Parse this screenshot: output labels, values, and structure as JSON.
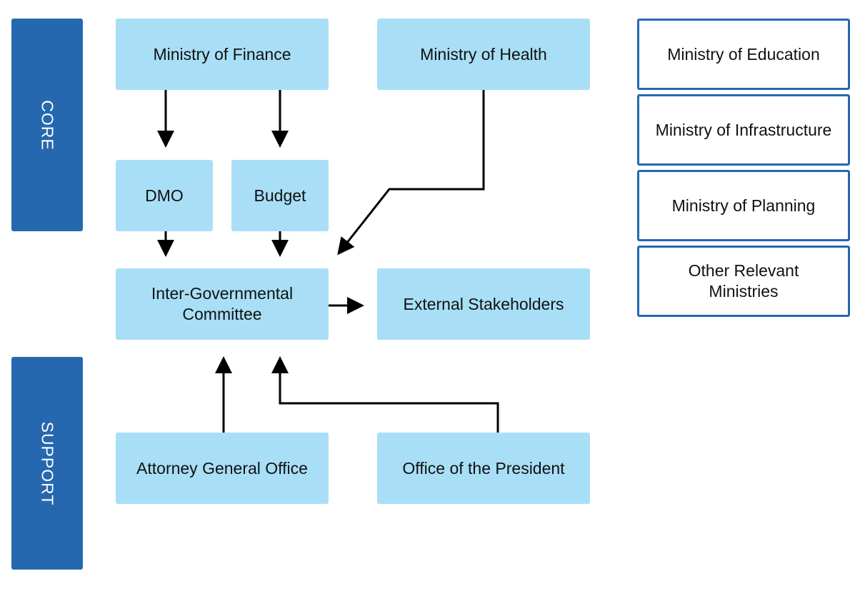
{
  "colors": {
    "band": "#2668b0",
    "node_fill": "#a8dff6",
    "outline_border": "#2668b0",
    "arrow": "#000000"
  },
  "bands": {
    "core": "CORE",
    "support": "SUPPORT"
  },
  "nodes": {
    "ministry_finance": "Ministry of Finance",
    "ministry_health": "Ministry of Health",
    "dmo": "DMO",
    "budget": "Budget",
    "igc": "Inter-Governmental\nCommittee",
    "external": "External Stakeholders",
    "attorney": "Attorney General Office",
    "president": "Office of the President"
  },
  "other_ministries": [
    "Ministry of Education",
    "Ministry of Infrastructure",
    "Ministry of Planning",
    "Other Relevant\nMinistries"
  ],
  "connections": [
    {
      "from": "ministry_finance",
      "to": "dmo"
    },
    {
      "from": "ministry_finance",
      "to": "budget"
    },
    {
      "from": "dmo",
      "to": "igc"
    },
    {
      "from": "budget",
      "to": "igc"
    },
    {
      "from": "ministry_health",
      "to": "igc"
    },
    {
      "from": "igc",
      "to": "external"
    },
    {
      "from": "attorney",
      "to": "igc"
    },
    {
      "from": "president",
      "to": "igc"
    }
  ]
}
